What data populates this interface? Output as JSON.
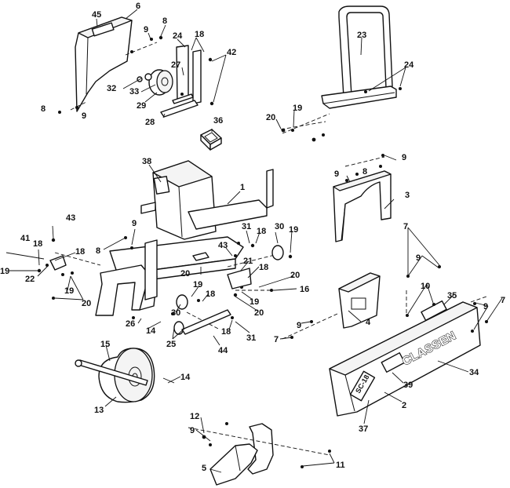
{
  "diagram": {
    "callouts": {
      "c45": "45",
      "c6": "6",
      "c8a": "8",
      "c9a": "9",
      "c24a": "24",
      "c18a": "18",
      "c42": "42",
      "c27": "27",
      "c32": "32",
      "c33": "33",
      "c29": "29",
      "c8b": "8",
      "c9b": "9",
      "c28": "28",
      "c23": "23",
      "c24b": "24",
      "c19a": "19",
      "c20a": "20",
      "c36": "36",
      "c38": "38",
      "c1": "1",
      "c9c": "9",
      "c9d": "9",
      "c8c": "8",
      "c3": "3",
      "c43a": "43",
      "c9e": "9",
      "c8d": "8",
      "c41": "41",
      "c18b": "18",
      "c18c": "18",
      "c19b": "19",
      "c22": "22",
      "c19c": "19",
      "c20b": "20",
      "c31a": "31",
      "c18d": "18",
      "c30a": "30",
      "c19d": "19",
      "c43b": "43",
      "c21": "21",
      "c18e": "18",
      "c20c": "20",
      "c20d": "20",
      "c19e": "19",
      "c16": "16",
      "c19f": "19",
      "c20e": "20",
      "c30b": "30",
      "c18f": "18",
      "c26": "26",
      "c14a": "14",
      "c25": "25",
      "c44": "44",
      "c18g": "18",
      "c31b": "31",
      "c7a": "7",
      "c9f": "9",
      "c10": "10",
      "c35": "35",
      "c7b": "7",
      "c9g": "9",
      "c4": "4",
      "c9h": "9",
      "c7c": "7",
      "c34": "34",
      "c39": "39",
      "c2": "2",
      "c37": "37",
      "c15": "15",
      "c14b": "14",
      "c13": "13",
      "c12": "12",
      "c9i": "9",
      "c5": "5",
      "c11": "11"
    },
    "brand_plate": "CLASSEN",
    "model_plate": "SC-18"
  }
}
